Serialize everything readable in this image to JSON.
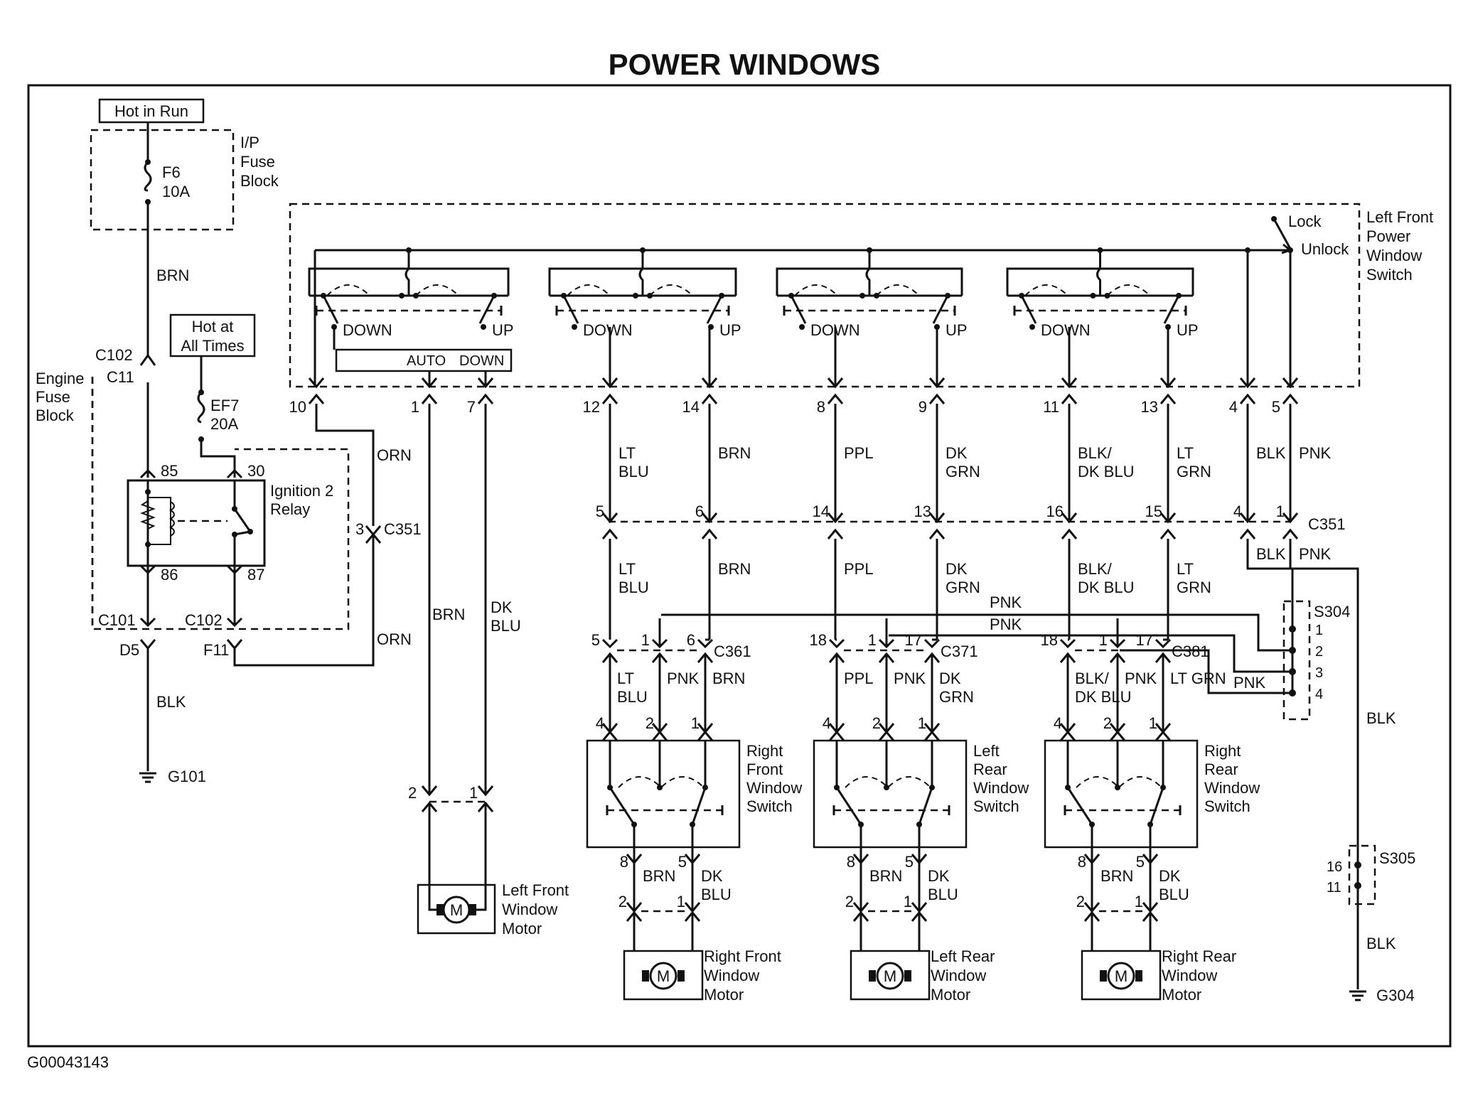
{
  "title": "POWER WINDOWS",
  "figure_id": "G00043143",
  "supply": {
    "hot_in_run": "Hot  in Run",
    "hot_at_all_times": [
      "Hot at",
      "All Times"
    ],
    "ip_fuse_block": [
      "I/P",
      "Fuse",
      "Block"
    ],
    "fuse_f6": [
      "F6",
      "10A"
    ],
    "engine_fuse_block": [
      "Engine",
      "Fuse",
      "Block"
    ],
    "fuse_ef7": [
      "EF7",
      "20A"
    ],
    "relay": [
      "Ignition 2",
      "Relay"
    ],
    "relay_pins": [
      "85",
      "30",
      "86",
      "87"
    ],
    "brn": "BRN",
    "c102_top": "C102",
    "c11": "C11",
    "c101": "C101",
    "c102_bottom": "C102",
    "d5": "D5",
    "f11": "F11",
    "blk": "BLK",
    "g101": "G101",
    "orn_upper": "ORN",
    "orn_lower": "ORN",
    "c351_left": "C351",
    "c351_pin": "3"
  },
  "master_switch": {
    "name": [
      "Left Front",
      "Power",
      "Window",
      "Switch"
    ],
    "lock": "Lock",
    "unlock": "Unlock",
    "down": "DOWN",
    "up": "UP",
    "auto": "AUTO",
    "auto_down": "DOWN",
    "pins": [
      "10",
      "1",
      "7",
      "12",
      "14",
      "8",
      "9",
      "11",
      "13",
      "4",
      "5"
    ]
  },
  "wires_upper": [
    [
      "LT",
      "BLU"
    ],
    [
      "BRN"
    ],
    [
      "PPL"
    ],
    [
      "DK",
      "GRN"
    ],
    [
      "BLK/",
      "DK BLU"
    ],
    [
      "LT",
      "GRN"
    ],
    [
      "BLK"
    ],
    [
      "PNK"
    ]
  ],
  "c351_pins": [
    "5",
    "6",
    "14",
    "13",
    "16",
    "15",
    "4",
    "1"
  ],
  "c351_label": "C351",
  "wires_lower": [
    [
      "LT",
      "BLU"
    ],
    [
      "BRN"
    ],
    [
      "PPL"
    ],
    [
      "DK",
      "GRN"
    ],
    [
      "BLK/",
      "DK BLU"
    ],
    [
      "LT",
      "GRN"
    ],
    [
      "BLK"
    ],
    [
      "PNK"
    ]
  ],
  "lf_motor": {
    "wires": [
      [
        "BRN"
      ],
      [
        "DK",
        "BLU"
      ]
    ],
    "pins": [
      "2",
      "1"
    ],
    "name": [
      "Left Front",
      "Window",
      "Motor"
    ]
  },
  "pnk_bus": [
    "PNK",
    "PNK",
    "PNK"
  ],
  "s304": {
    "name": "S304",
    "pins": [
      "1",
      "2",
      "3",
      "4"
    ]
  },
  "s305": {
    "name": "S305",
    "pins": [
      "16",
      "11"
    ]
  },
  "g304": "G304",
  "ground_blk": [
    "BLK",
    "BLK"
  ],
  "sub_switches": [
    {
      "connector": "C361",
      "conn_pins": [
        "5",
        "1",
        "6"
      ],
      "wires": [
        [
          "LT",
          "BLU"
        ],
        [
          "PNK"
        ],
        [
          "BRN"
        ]
      ],
      "pins": [
        "4",
        "2",
        "1"
      ],
      "name": [
        "Right",
        "Front",
        "Window",
        "Switch"
      ],
      "out_pins": [
        "8",
        "5"
      ],
      "out_wires": [
        [
          "BRN"
        ],
        [
          "DK",
          "BLU"
        ]
      ],
      "motor_pins": [
        "2",
        "1"
      ],
      "motor": [
        "Right Front",
        "Window",
        "Motor"
      ]
    },
    {
      "connector": "C371",
      "conn_pins": [
        "18",
        "1",
        "17"
      ],
      "wires": [
        [
          "PPL"
        ],
        [
          "PNK"
        ],
        [
          "DK",
          "GRN"
        ]
      ],
      "pins": [
        "4",
        "2",
        "1"
      ],
      "name": [
        "Left",
        "Rear",
        "Window",
        "Switch"
      ],
      "out_pins": [
        "8",
        "5"
      ],
      "out_wires": [
        [
          "BRN"
        ],
        [
          "DK",
          "BLU"
        ]
      ],
      "motor_pins": [
        "2",
        "1"
      ],
      "motor": [
        "Left Rear",
        "Window",
        "Motor"
      ]
    },
    {
      "connector": "C381",
      "conn_pins": [
        "18",
        "1",
        "17"
      ],
      "wires": [
        [
          "BLK/",
          "DK BLU"
        ],
        [
          "PNK"
        ],
        [
          "LT GRN"
        ]
      ],
      "pins": [
        "4",
        "2",
        "1"
      ],
      "name": [
        "Right",
        "Rear",
        "Window",
        "Switch"
      ],
      "out_pins": [
        "8",
        "5"
      ],
      "out_wires": [
        [
          "BRN"
        ],
        [
          "DK",
          "BLU"
        ]
      ],
      "motor_pins": [
        "2",
        "1"
      ],
      "motor": [
        "Right Rear",
        "Window",
        "Motor"
      ]
    }
  ]
}
